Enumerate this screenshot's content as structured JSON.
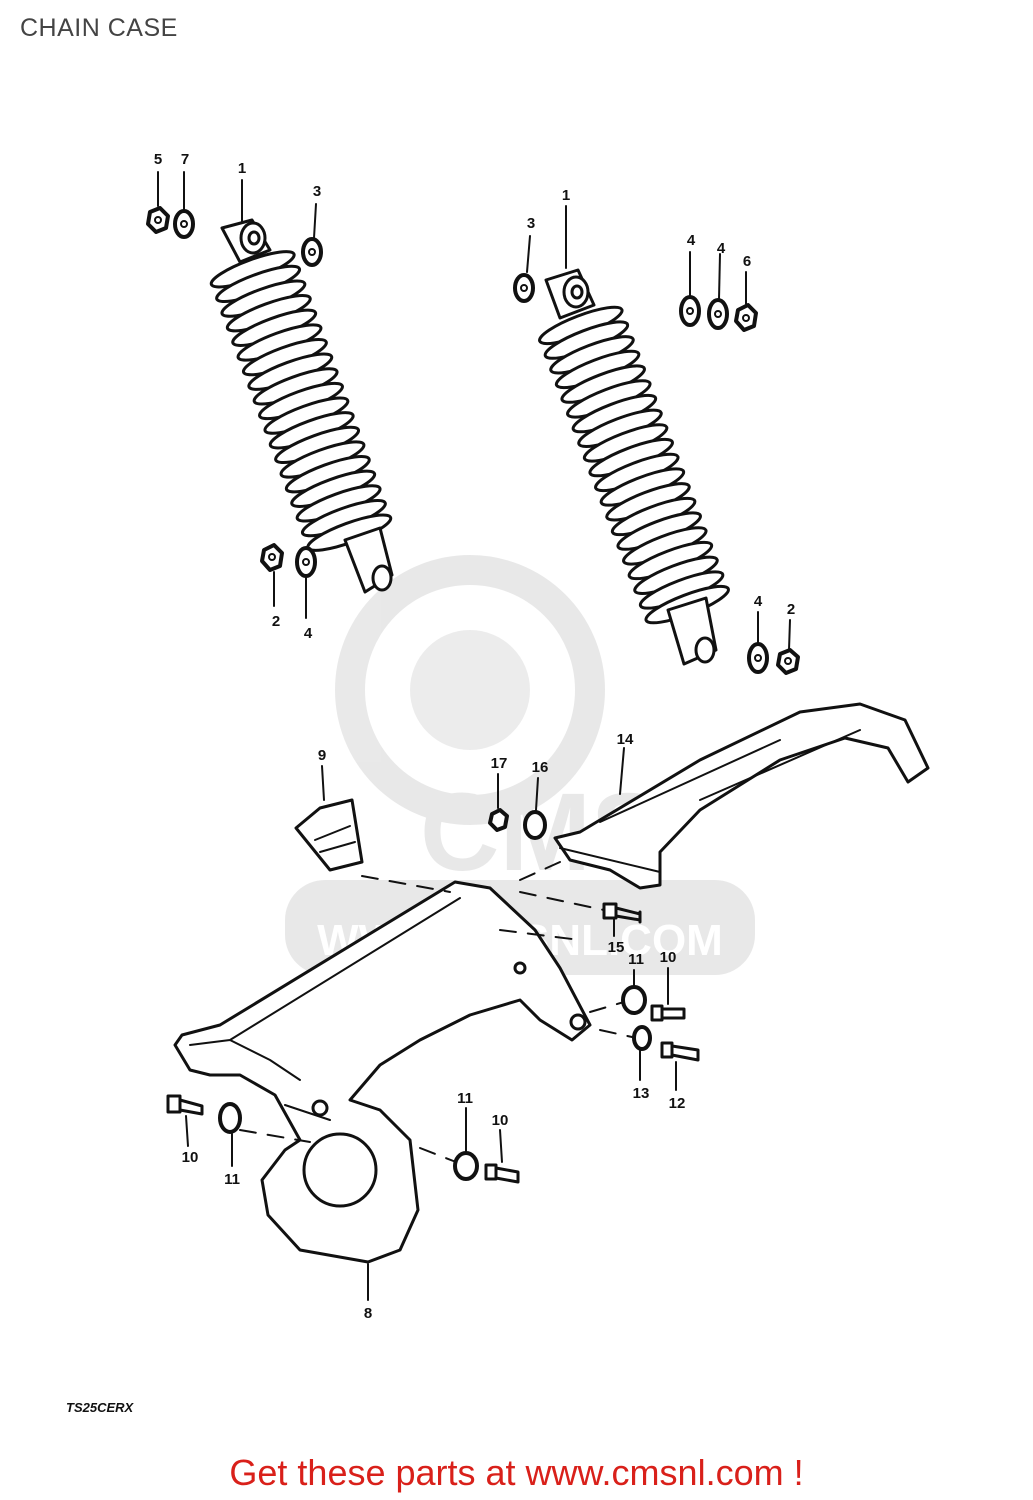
{
  "page": {
    "title": "CHAIN CASE",
    "diagram_code": "TS25CERX",
    "footer_text": "Get these parts at www.cmsnl.com !"
  },
  "watermark": {
    "url_text": "WWW.CMSNL.COM",
    "brand_text": "CMS"
  },
  "callouts": [
    {
      "id": "callout-1-left",
      "label": "1"
    },
    {
      "id": "callout-1-right",
      "label": "1"
    },
    {
      "id": "callout-2-left",
      "label": "2"
    },
    {
      "id": "callout-2-right",
      "label": "2"
    },
    {
      "id": "callout-3-left",
      "label": "3"
    },
    {
      "id": "callout-3-right",
      "label": "3"
    },
    {
      "id": "callout-4-a",
      "label": "4"
    },
    {
      "id": "callout-4-b",
      "label": "4"
    },
    {
      "id": "callout-4-left",
      "label": "4"
    },
    {
      "id": "callout-4-right",
      "label": "4"
    },
    {
      "id": "callout-5",
      "label": "5"
    },
    {
      "id": "callout-6",
      "label": "6"
    },
    {
      "id": "callout-7",
      "label": "7"
    },
    {
      "id": "callout-8",
      "label": "8"
    },
    {
      "id": "callout-9",
      "label": "9"
    },
    {
      "id": "callout-10-a",
      "label": "10"
    },
    {
      "id": "callout-10-b",
      "label": "10"
    },
    {
      "id": "callout-10-c",
      "label": "10"
    },
    {
      "id": "callout-11-a",
      "label": "11"
    },
    {
      "id": "callout-11-b",
      "label": "11"
    },
    {
      "id": "callout-11-c",
      "label": "11"
    },
    {
      "id": "callout-12",
      "label": "12"
    },
    {
      "id": "callout-13",
      "label": "13"
    },
    {
      "id": "callout-14",
      "label": "14"
    },
    {
      "id": "callout-15",
      "label": "15"
    },
    {
      "id": "callout-16",
      "label": "16"
    },
    {
      "id": "callout-17",
      "label": "17"
    }
  ]
}
